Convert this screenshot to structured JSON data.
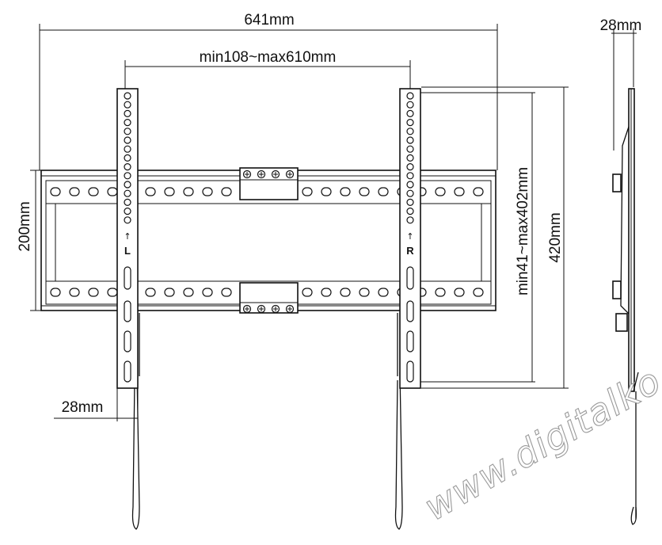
{
  "dimensions": {
    "total_width": "641mm",
    "vesa_horizontal": "min108~max610mm",
    "rail_height": "200mm",
    "arm_width": "28mm",
    "vesa_vertical": "min41~max402mm",
    "arm_length": "420mm",
    "depth": "28mm"
  },
  "arm_labels": {
    "left": "L",
    "right": "R"
  },
  "watermark": "www.digitalko.hu"
}
